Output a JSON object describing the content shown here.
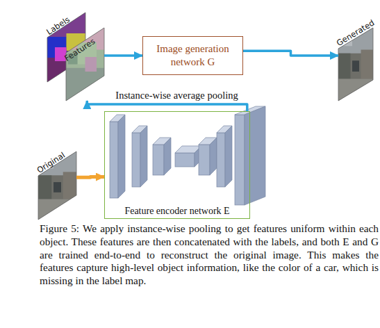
{
  "diagram": {
    "caption": "Figure 5: We apply instance-wise pooling to get features uniform within each object. These features are then concatenated with the labels, and both E and G are trained end-to-end to reconstruct the original image. This makes the features capture high-level object information, like the color of a car, which is missing in the label map.",
    "nodes": [
      {
        "text": [
          "Labels"
        ]
      },
      {
        "text": [
          "Features"
        ]
      },
      {
        "text": [
          "Image generation network G"
        ]
      },
      {
        "text": [
          "Generated"
        ]
      },
      {
        "text": [
          "Original"
        ]
      },
      {
        "text": [
          "Feature encoder network E"
        ]
      }
    ],
    "edges": [
      {
        "from": 1,
        "to": 2,
        "arrow": "to"
      },
      {
        "from": 2,
        "to": 3,
        "arrow": "to"
      },
      {
        "from": 4,
        "to": 5,
        "arrow": "to"
      },
      {
        "from": 5,
        "to": 1,
        "label": "Instance-wise average pooling",
        "arrow": "to"
      }
    ]
  }
}
